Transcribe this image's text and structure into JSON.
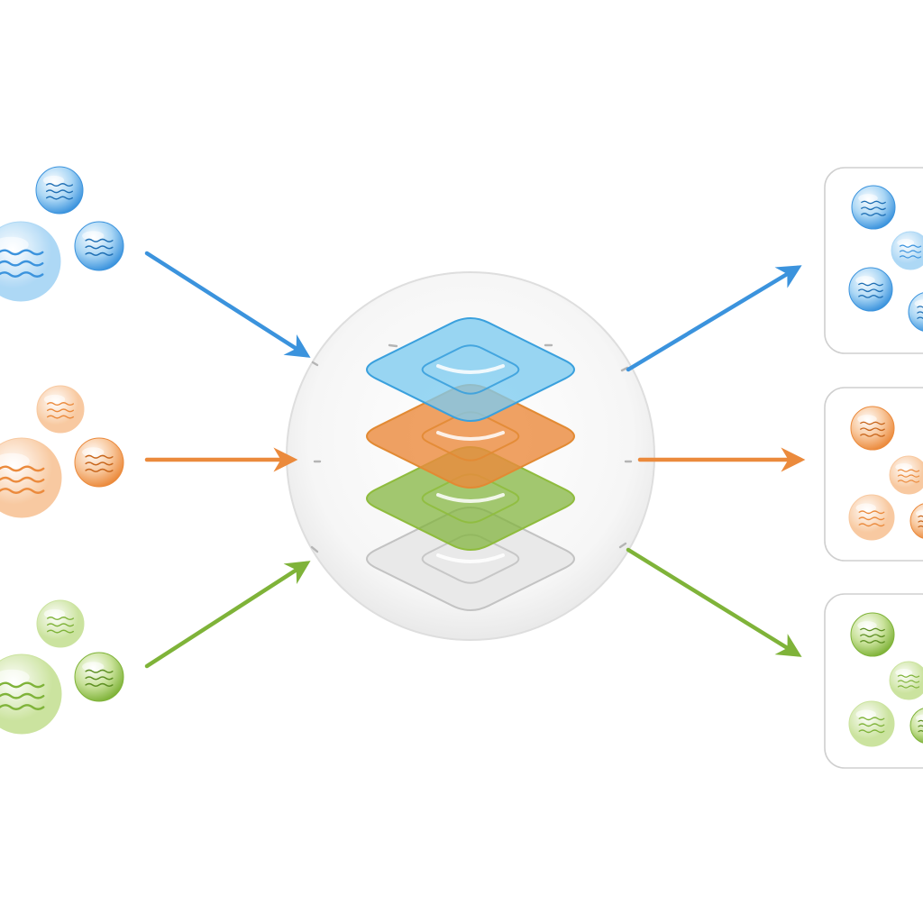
{
  "colors": {
    "blue": "#3b93dd",
    "blue_light": "#a9d6f5",
    "orange": "#eb8a3c",
    "orange_light": "#f8c79c",
    "green": "#7fb339",
    "green_light": "#c9e29a",
    "gray": "#c8c8c8",
    "box_border": "#cfcfcf",
    "background": "#ffffff"
  },
  "diagram": {
    "center_node": {
      "name": "stacked-layers-hub",
      "layers": [
        "blue",
        "orange",
        "green",
        "gray"
      ]
    },
    "input_clusters": [
      {
        "name": "blue-input-cluster",
        "color": "blue",
        "icon": "wave-icon"
      },
      {
        "name": "orange-input-cluster",
        "color": "orange",
        "icon": "wave-icon"
      },
      {
        "name": "green-input-cluster",
        "color": "green",
        "icon": "wave-icon"
      }
    ],
    "output_groups": [
      {
        "name": "blue-output-group",
        "color": "blue",
        "icon": "wave-icon"
      },
      {
        "name": "orange-output-group",
        "color": "orange",
        "icon": "wave-icon"
      },
      {
        "name": "green-output-group",
        "color": "green",
        "icon": "wave-icon"
      }
    ],
    "edges": [
      {
        "from": "blue-input-cluster",
        "to": "stacked-layers-hub",
        "color": "blue"
      },
      {
        "from": "orange-input-cluster",
        "to": "stacked-layers-hub",
        "color": "orange"
      },
      {
        "from": "green-input-cluster",
        "to": "stacked-layers-hub",
        "color": "green"
      },
      {
        "from": "stacked-layers-hub",
        "to": "blue-output-group",
        "color": "blue"
      },
      {
        "from": "stacked-layers-hub",
        "to": "orange-output-group",
        "color": "orange"
      },
      {
        "from": "stacked-layers-hub",
        "to": "green-output-group",
        "color": "green"
      }
    ]
  }
}
